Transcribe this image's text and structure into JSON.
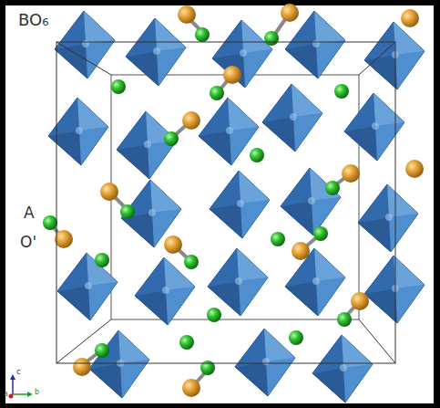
{
  "diagram": {
    "labels": [
      "BO₆",
      "A",
      "O'",
      "c",
      "b",
      "a"
    ]
  }
}
